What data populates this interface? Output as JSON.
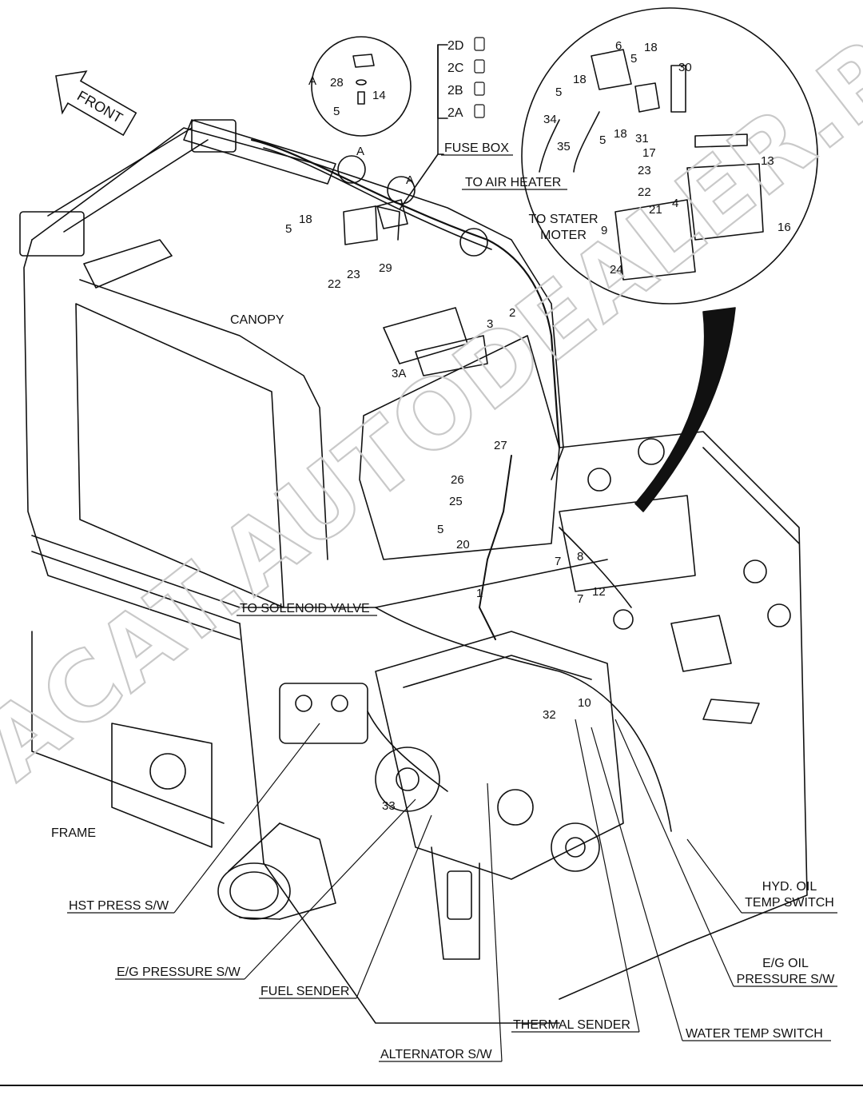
{
  "watermark": "ACAT.AUTODEALER.RU",
  "front_arrow": "FRONT",
  "detail_a_marker": "A",
  "fuse_box": {
    "title": "FUSE BOX",
    "fuses": [
      "2D",
      "2C",
      "2B",
      "2A"
    ]
  },
  "area_labels": {
    "canopy": "CANOPY",
    "frame": "FRAME",
    "to_air_heater": "TO AIR HEATER",
    "to_stater_moter": "TO STATER\nMOTER",
    "to_solenoid_valve": "TO SOLENOID VALVE"
  },
  "callouts": [
    "HST PRESS S/W",
    "E/G PRESSURE S/W",
    "FUEL SENDER",
    "ALTERNATOR S/W",
    "THERMAL SENDER",
    "WATER TEMP SWITCH",
    "E/G OIL\nPRESSURE S/W",
    "HYD. OIL\nTEMP SWITCH"
  ],
  "part_numbers": [
    "28",
    "14",
    "5",
    "A",
    "A",
    "A",
    "6",
    "18",
    "5",
    "30",
    "5",
    "18",
    "34",
    "35",
    "18",
    "5",
    "31",
    "17",
    "13",
    "23",
    "22",
    "4",
    "21",
    "16",
    "9",
    "24",
    "5",
    "18",
    "22",
    "23",
    "29",
    "3",
    "2",
    "3A",
    "27",
    "26",
    "25",
    "5",
    "20",
    "7",
    "8",
    "7",
    "12",
    "1",
    "32",
    "10",
    "33"
  ]
}
